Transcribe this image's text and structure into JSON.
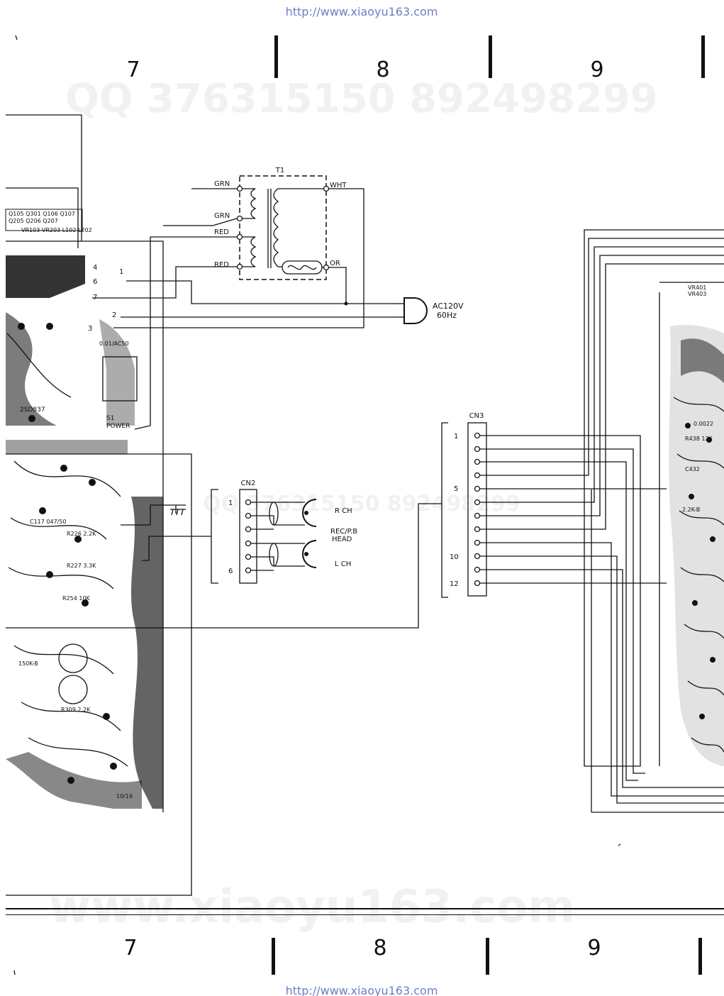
{
  "watermarks": {
    "url": "http://www.xiaoyu163.com",
    "qq": "QQ 376315150   892498299",
    "site": "www.xiaoyu163.com"
  },
  "grid": {
    "top": [
      "7",
      "8",
      "9"
    ],
    "bottom": [
      "7",
      "8",
      "9"
    ]
  },
  "transformer": {
    "ref": "T1",
    "left_wires": [
      "GRN",
      "GRN",
      "RED",
      "RED"
    ],
    "right_wires": [
      "WHT",
      "OR"
    ]
  },
  "power": {
    "ac_label": "AC120V",
    "freq_label": "60Hz",
    "switch_ref": "S1",
    "switch_label": "POWER"
  },
  "cn2": {
    "ref": "CN2",
    "pin_first": "1",
    "pin_last": "6",
    "head_r": "R CH",
    "head_l": "L CH",
    "head_title": "REC/P.B",
    "head_sub": "HEAD"
  },
  "cn3": {
    "ref": "CN3",
    "pin_labels": [
      "1",
      "5",
      "10",
      "12"
    ]
  },
  "board_left": {
    "transistor_row1": "Q105 Q301 Q106  Q107",
    "transistor_row2": "Q205        Q206  Q207",
    "vr_row": "VR103 VR203  L102 L202",
    "pins": [
      "4",
      "6",
      "7",
      "1",
      "2",
      "3"
    ],
    "parts": [
      "2SD837",
      "0.01/AC50",
      "C117 047/50",
      "R226 2.2K",
      "R227 3.3K",
      "R254 10K",
      "150K-B",
      "R309 2.2K",
      "10/16"
    ]
  },
  "board_right": {
    "vr_labels": [
      "VR401",
      "VR403"
    ],
    "parts": [
      "C432",
      "R438 12K",
      "2.2K-B",
      "0.0022"
    ]
  },
  "colors": {
    "ink": "#111111",
    "paper": "#ffffff",
    "url_text": "#6b7fc4"
  }
}
